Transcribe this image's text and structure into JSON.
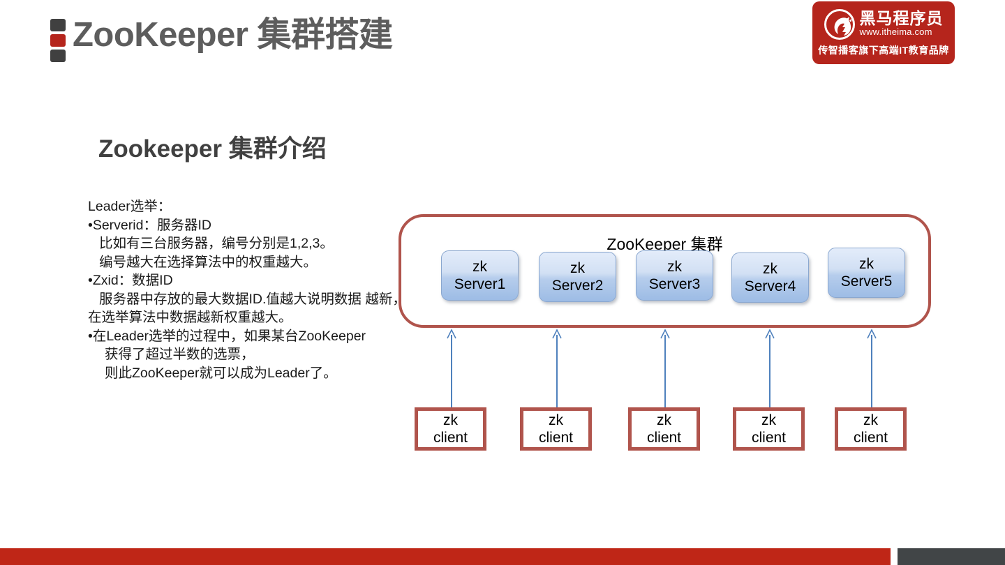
{
  "header": {
    "title": "ZooKeeper 集群搭建",
    "bullet_colors": [
      "#404040",
      "#b5251c",
      "#404040"
    ],
    "title_color": "#5d5d5d"
  },
  "logo": {
    "brand_cn": "黑马程序员",
    "url": "www.itheima.com",
    "tagline": "传智播客旗下高端IT教育品牌",
    "icon": "horse-head-circle-icon",
    "background": "#b5251c"
  },
  "section": {
    "heading": "Zookeeper 集群介绍"
  },
  "body": {
    "lines": [
      {
        "text": "Leader选举：",
        "indent": 0
      },
      {
        "text": "•Serverid：服务器ID",
        "indent": 0
      },
      {
        "text": "比如有三台服务器，编号分别是1,2,3。",
        "indent": 1
      },
      {
        "text": "编号越大在选择算法中的权重越大。",
        "indent": 1
      },
      {
        "text": "•Zxid：数据ID",
        "indent": 0
      },
      {
        "text": "服务器中存放的最大数据ID.值越大说明数据 越新，",
        "indent": 1
      },
      {
        "text": "在选举算法中数据越新权重越大。",
        "indent": 0
      },
      {
        "text": "•在Leader选举的过程中，如果某台ZooKeeper",
        "indent": 0
      },
      {
        "text": "获得了超过半数的选票，",
        "indent": 2
      },
      {
        "text": "则此ZooKeeper就可以成为Leader了。",
        "indent": 2
      }
    ]
  },
  "diagram": {
    "cluster_label": "ZooKeeper 集群",
    "cluster_border_color": "#b0544c",
    "arrow_color": "#4f81bd",
    "servers": [
      {
        "line1": "zk",
        "line2": "Server1"
      },
      {
        "line1": "zk",
        "line2": "Server2"
      },
      {
        "line1": "zk",
        "line2": "Server3"
      },
      {
        "line1": "zk",
        "line2": "Server4"
      },
      {
        "line1": "zk",
        "line2": "Server5"
      }
    ],
    "clients": [
      {
        "line1": "zk",
        "line2": "client"
      },
      {
        "line1": "zk",
        "line2": "client"
      },
      {
        "line1": "zk",
        "line2": "client"
      },
      {
        "line1": "zk",
        "line2": "client"
      },
      {
        "line1": "zk",
        "line2": "client"
      }
    ]
  },
  "footer": {
    "red_color": "#bf2617",
    "dark_color": "#414547"
  }
}
